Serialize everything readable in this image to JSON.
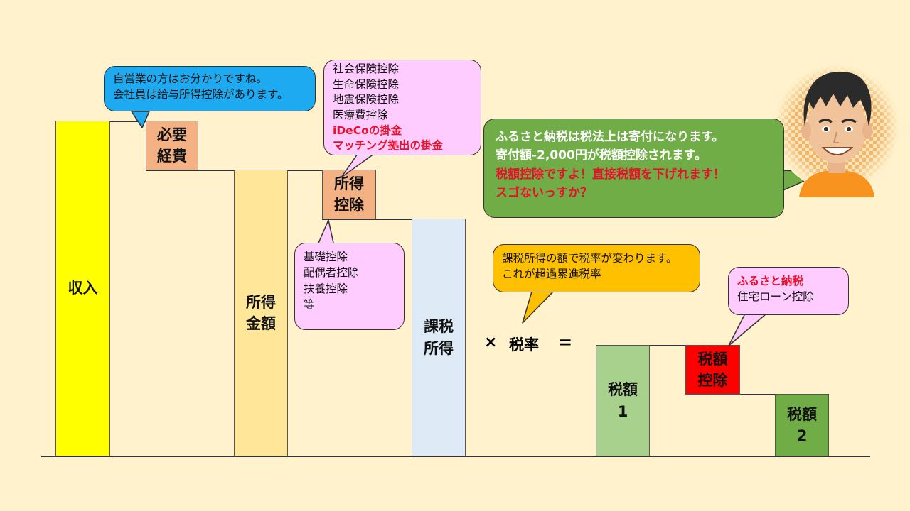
{
  "blocks": {
    "income": "収入",
    "expenses": "必要\n経費",
    "income_amount": "所得\n金額",
    "income_deduction": "所得\n控除",
    "taxable_income": "課税\n所得",
    "tax1": "税額\n1",
    "tax_credit": "税額\n控除",
    "tax2": "税額\n2"
  },
  "formula": {
    "times": "×",
    "rate": "税率",
    "equals": "="
  },
  "callouts": {
    "expenses_note": {
      "lines": [
        "自営業の方はお分かりですね。",
        "会社員は給与所得控除があります。"
      ]
    },
    "deductions_top": {
      "lines": [
        "社会保険控除",
        "生命保険控除",
        "地震保険控除",
        "医療費控除"
      ],
      "highlight": [
        "iDeCoの掛金",
        "マッチング拠出の掛金"
      ]
    },
    "deductions_bottom": {
      "lines": [
        "基礎控除",
        "配偶者控除",
        "扶養控除",
        "等"
      ]
    },
    "rate_note": {
      "lines": [
        "課税所得の額で税率が変わります。",
        "これが超過累進税率"
      ]
    },
    "credit_note": {
      "highlight": "ふるさと納税",
      "line": "住宅ローン控除"
    },
    "speech": {
      "lines": [
        "ふるさと納税は税法上は寄付になります。",
        "寄付額-2,000円が税額控除されます。"
      ],
      "highlight": [
        "税額控除ですよ！直接税額を下げれます！",
        "スゴないっすか？"
      ]
    }
  },
  "colors": {
    "background": "#fff2cc",
    "income": "#ffff00",
    "expenses": "#f4b183",
    "income_amount": "#ffe699",
    "income_deduction": "#f4b183",
    "taxable_income": "#deebf7",
    "tax1": "#a9d18e",
    "tax_credit": "#ff0000",
    "tax2": "#70ad47",
    "blue_callout": "#1eaaf1",
    "pink_callout": "#ffccff",
    "orange_callout": "#ffc000",
    "green_callout": "#70ad47",
    "highlight_text": "#e8102a"
  }
}
